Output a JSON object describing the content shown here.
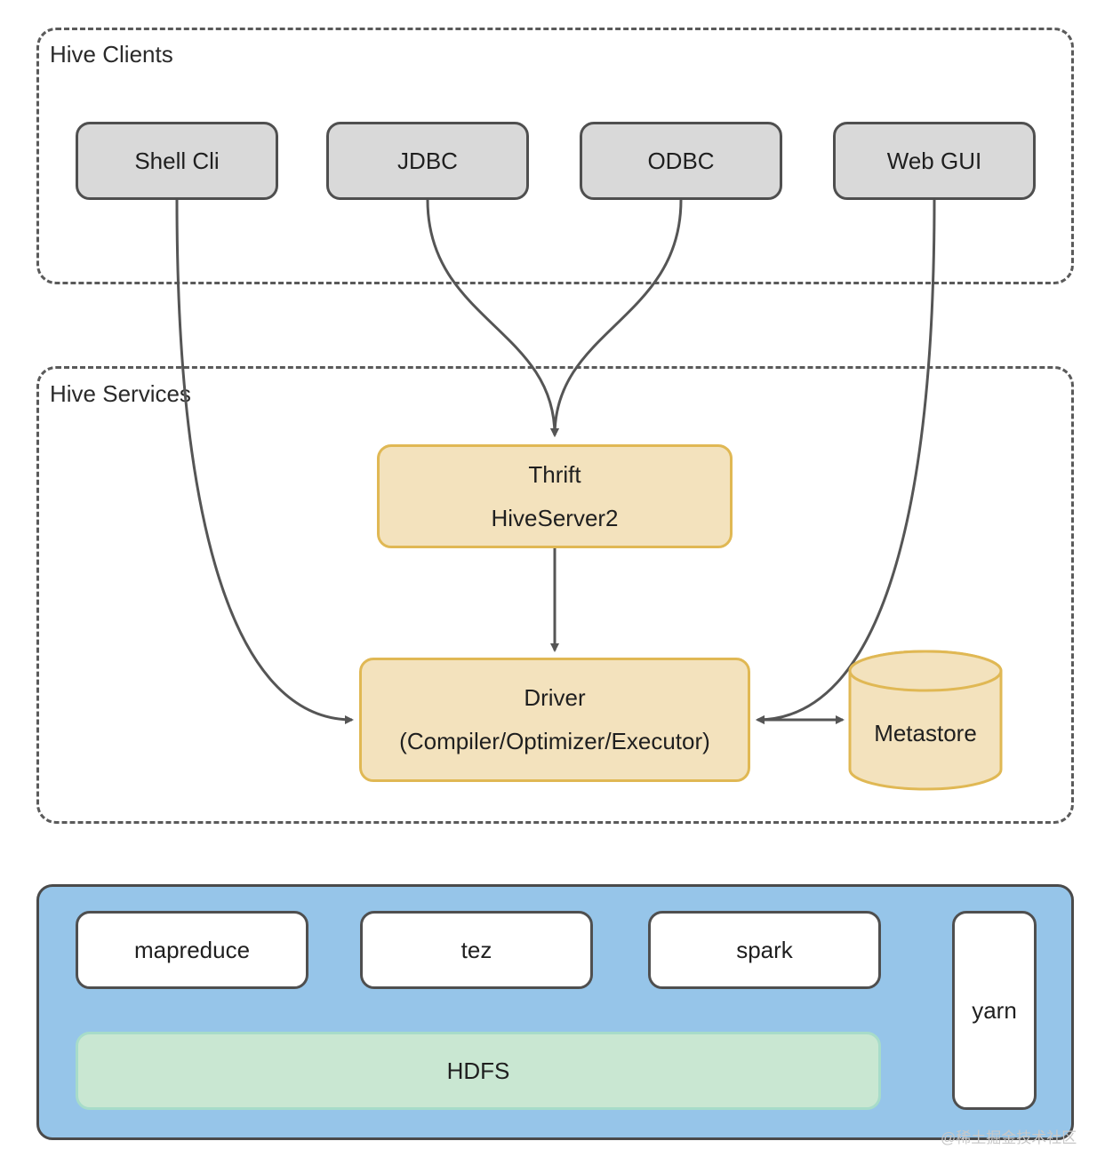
{
  "groups": {
    "clients_label": "Hive Clients",
    "services_label": "Hive Services"
  },
  "clients": [
    "Shell Cli",
    "JDBC",
    "ODBC",
    "Web GUI"
  ],
  "services": {
    "thrift": {
      "line1": "Thrift",
      "line2": "HiveServer2"
    },
    "driver": {
      "line1": "Driver",
      "line2": "(Compiler/Optimizer/Executor)"
    },
    "metastore": "Metastore"
  },
  "infrastructure": {
    "engines": [
      "mapreduce",
      "tez",
      "spark"
    ],
    "storage": "HDFS",
    "scheduler": "yarn"
  },
  "watermark": "@稀土掘金技术社区",
  "colors": {
    "client_fill": "#d9d9d9",
    "service_fill": "#f3e2bd",
    "service_border": "#e0b854",
    "infra_fill": "#96c5e9",
    "hdfs_fill": "#c9e7d2",
    "edge": "#555555"
  }
}
